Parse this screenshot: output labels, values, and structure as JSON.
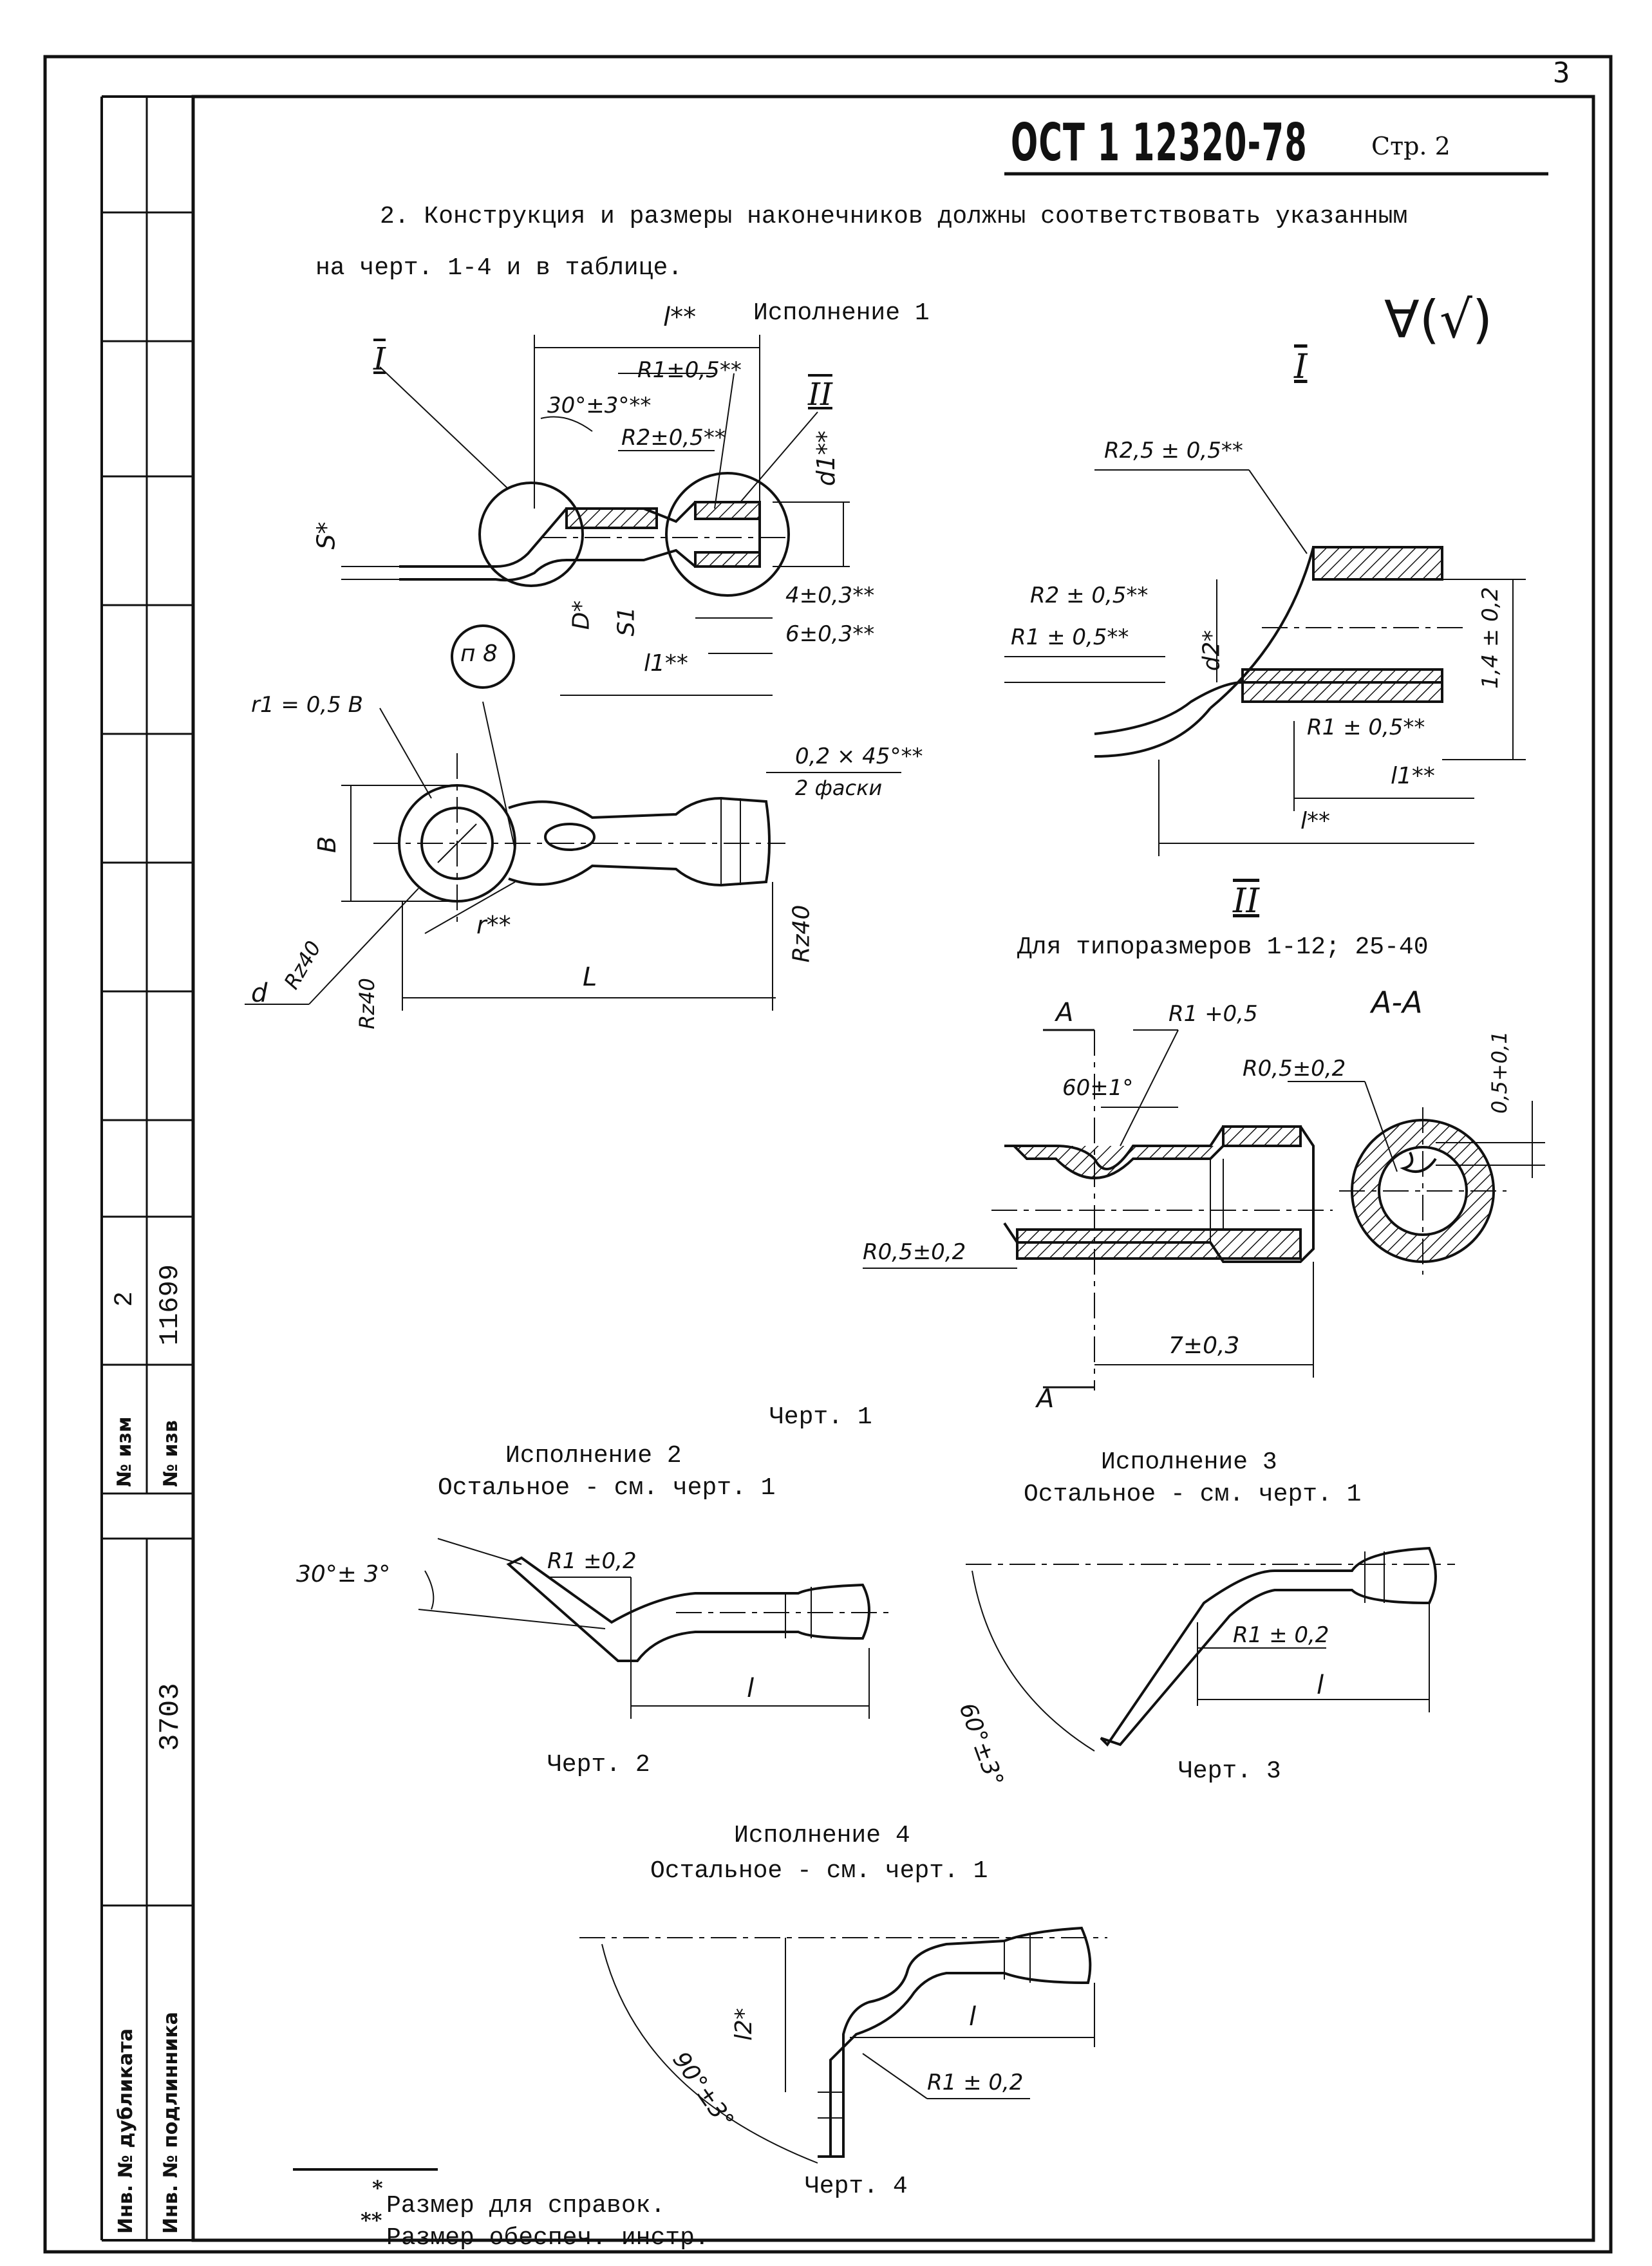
{
  "page_number": "3",
  "header": {
    "standard": "ОСТ 1 12320-78",
    "page_label": "Стр. 2"
  },
  "body": {
    "line1": "2. Конструкция и размеры наконечников должны соответствовать указанным",
    "line2": "на черт. 1-4 и в таблице."
  },
  "roughness_symbol": "∀(√)",
  "figures": {
    "ispolnenie1": "Исполнение 1",
    "view1_label": "I",
    "view2_label": "II",
    "view2_caption": "Для типоразмеров 1-12; 25-40",
    "section_label": "А-А",
    "cut_label": "А",
    "chert1": "Черт. 1",
    "isp2_title": "Исполнение 2",
    "isp2_sub": "Остальное - см. черт. 1",
    "chert2": "Черт. 2",
    "isp3_title": "Исполнение 3",
    "isp3_sub": "Остальное - см. черт. 1",
    "chert3": "Черт. 3",
    "isp4_title": "Исполнение 4",
    "isp4_sub": "Остальное - см. черт. 1",
    "chert4": "Черт. 4"
  },
  "dims": {
    "l_star": "l**",
    "r1_05": "R1±0,5**",
    "angle30": "30°±3°**",
    "r2_05": "R2±0,5**",
    "d1": "d1**",
    "s": "S*",
    "D": "D*",
    "s1": "S1",
    "l1": "l1**",
    "dim4": "4±0,3**",
    "dim6": "6±0,3**",
    "p8": "п 8",
    "r1b": "r1 = 0,5 В",
    "chamfer": "0,2 × 45°**",
    "two_ch": "2 фаски",
    "B": "В",
    "rz40": "Rz40",
    "r_star": "r**",
    "d": "d",
    "L": "L",
    "v1_r25": "R2,5 ± 0,5**",
    "v1_r2": "R2 ± 0,5**",
    "v1_r1a": "R1 ± 0,5**",
    "v1_r1b": "R1 ± 0,5**",
    "v1_d2": "d2*",
    "v1_14": "1,4 ± 0,2",
    "v1_l1": "l1**",
    "v1_l": "l**",
    "v2_r1": "R1 +0,5",
    "v2_60": "60±1°",
    "v2_r05a": "R0,5±0,2",
    "v2_r05b": "R0,5±0,2",
    "v2_05": "0,5+0,1",
    "v2_7": "7±0,3",
    "c2_30": "30°± 3°",
    "c2_r1": "R1 ±0,2",
    "c2_l": "l",
    "c3_60": "60°±3°",
    "c3_r1": "R1 ± 0,2",
    "c3_l": "l",
    "c4_90": "90°±3°",
    "c4_l2": "l2*",
    "c4_l": "l",
    "c4_r1": "R1 ± 0,2"
  },
  "footnotes": {
    "f1": "Размер для справок.",
    "f2": "Размер обеспеч. инстр.",
    "m1": "*",
    "m2": "**"
  },
  "side_stamp": {
    "izm_label": "№ изм",
    "izv_label": "№ изв",
    "izm_value": "2",
    "izv_value": "11699",
    "inv_number": "3703",
    "dubl_label": "Инв. № дубликата",
    "podl_label": "Инв. № подлинника"
  }
}
